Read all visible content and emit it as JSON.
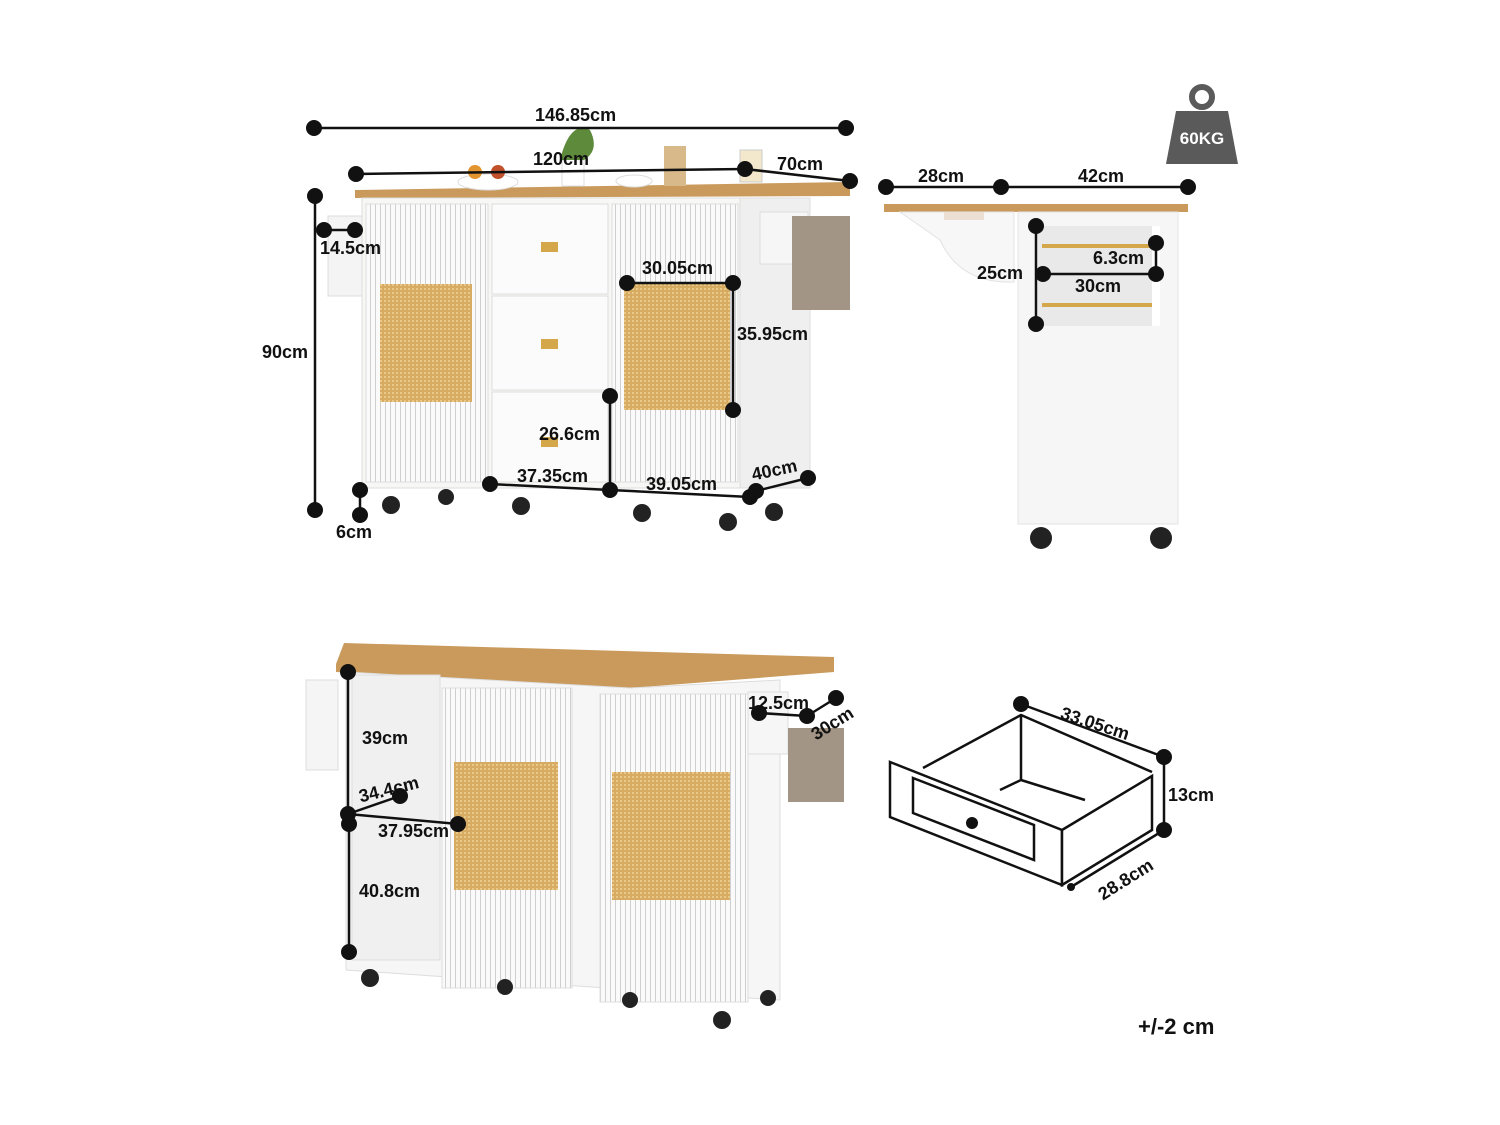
{
  "weight_badge": {
    "icon": "weight-icon",
    "text": "60KG",
    "color": "#5a5a5a"
  },
  "tolerance": "+/-2 cm",
  "colors": {
    "wood": "#c99a5c",
    "rattan": "#d9b26a",
    "cabinet": "#f7f7f5",
    "line": "#111111"
  },
  "front_view": {
    "overall_width": "146.85cm",
    "top_width": "120cm",
    "top_depth": "70cm",
    "height": "90cm",
    "side_rack": "14.5cm",
    "rattan_width": "30.05cm",
    "rattan_height": "35.95cm",
    "drawer_height": "26.6cm",
    "center_width": "37.35cm",
    "door_width": "39.05cm",
    "depth": "40cm",
    "caster_height": "6cm"
  },
  "side_view": {
    "leaf_width": "28cm",
    "body_depth": "42cm",
    "shelf_height": "25cm",
    "shelf_gap": "6.3cm",
    "shelf_depth": "30cm"
  },
  "back_view": {
    "upper_height": "39cm",
    "shelf_depth": "34.4cm",
    "shelf_width": "37.95cm",
    "lower_height": "40.8cm",
    "towel_offset": "12.5cm",
    "towel_length": "30cm"
  },
  "drawer_view": {
    "length": "33.05cm",
    "height": "13cm",
    "width": "28.8cm"
  }
}
